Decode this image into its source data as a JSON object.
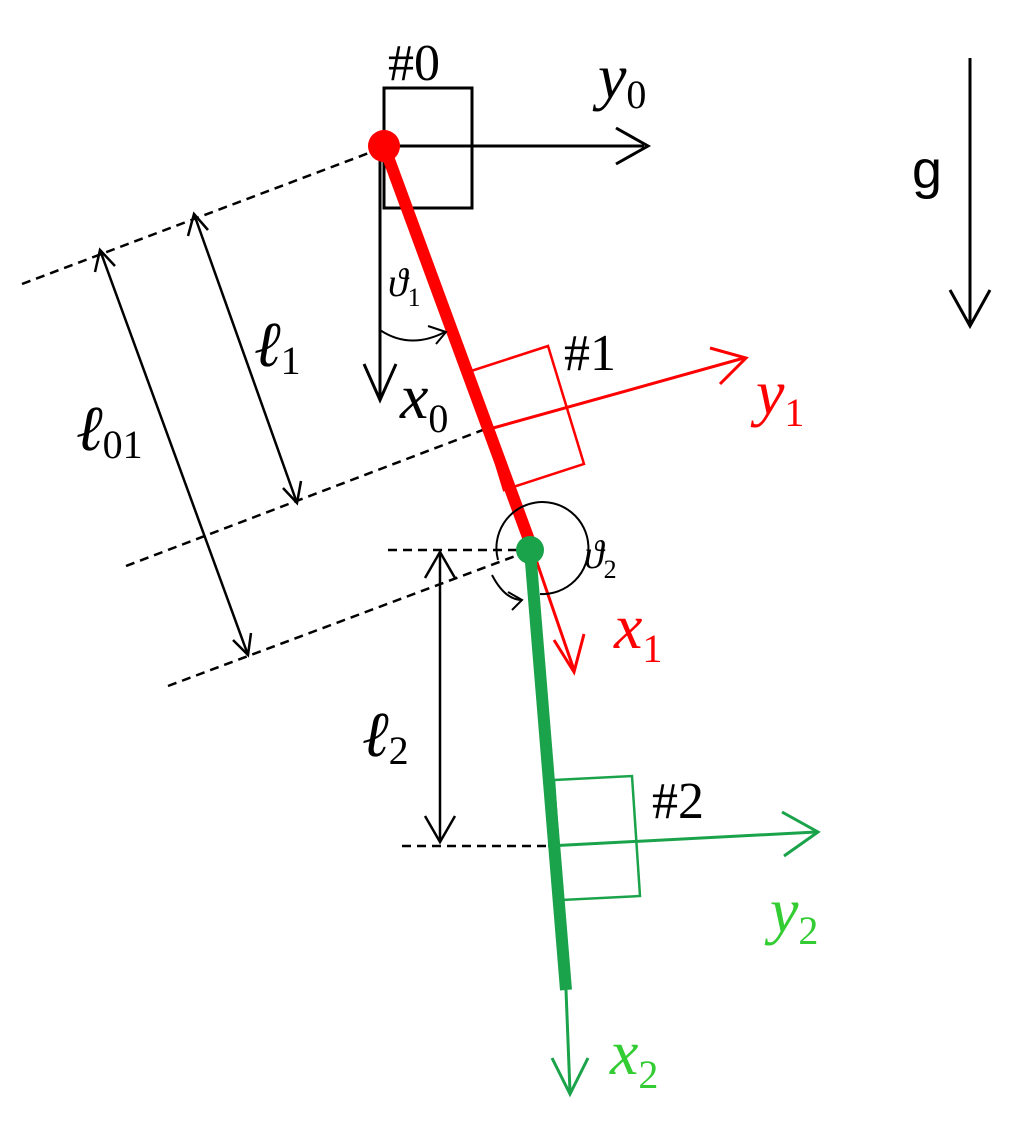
{
  "colors": {
    "base": "#000000",
    "link1": "#ff0000",
    "link2": "#1aa34a",
    "link2_label": "#33cc33"
  },
  "labels": {
    "body0": "#0",
    "body1": "#1",
    "body2": "#2",
    "gravity": "g",
    "y0": {
      "base": "y",
      "sub": "0"
    },
    "x0": {
      "base": "x",
      "sub": "0"
    },
    "y1": {
      "base": "y",
      "sub": "1"
    },
    "x1": {
      "base": "x",
      "sub": "1"
    },
    "y2": {
      "base": "y",
      "sub": "2"
    },
    "x2": {
      "base": "x",
      "sub": "2"
    },
    "theta1": {
      "base": "ϑ",
      "sub": "1"
    },
    "theta2": {
      "base": "ϑ",
      "sub": "2"
    },
    "l1": {
      "base": "ℓ",
      "sub": "1"
    },
    "l01": {
      "base": "ℓ",
      "sub": "01"
    },
    "l2": {
      "base": "ℓ",
      "sub": "2"
    }
  }
}
